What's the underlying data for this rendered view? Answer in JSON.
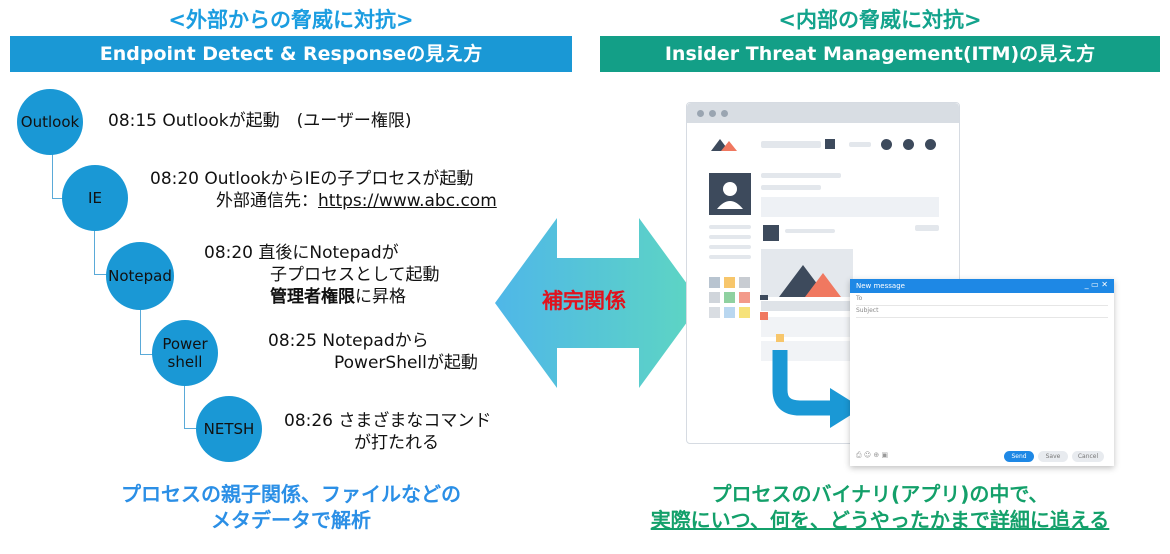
{
  "left": {
    "heading": "<外部からの脅威に対抗>",
    "banner": "Endpoint Detect & Responseの見え方",
    "nodes": [
      {
        "label": "Outlook"
      },
      {
        "label": "IE"
      },
      {
        "label": "Notepad"
      },
      {
        "label": "Power\nshell"
      },
      {
        "label": "NETSH"
      }
    ],
    "events": {
      "e1": "08:15 Outlookが起動　(ユーザー権限)",
      "e2_line1": "08:20 OutlookからIEの子プロセスが起動",
      "e2_line2_prefix": "外部通信先：",
      "e2_url": "https://www.abc.com",
      "e3_line1": "08:20 直後にNotepadが",
      "e3_line2": "子プロセスとして起動",
      "e3_line3_bold": "管理者権限",
      "e3_line3_rest": "に昇格",
      "e4_line1": "08:25 Notepadから",
      "e4_line2": "PowerShellが起動",
      "e5_line1": "08:26 さまざまなコマンド",
      "e5_line2": "が打たれる"
    },
    "caption_line1": "プロセスの親子関係、ファイルなどの",
    "caption_line2": "メタデータで解析"
  },
  "center": {
    "label": "補完関係"
  },
  "right": {
    "heading": "<内部の脅威に対抗>",
    "banner": "Insider Threat Management(ITM)の見え方",
    "mail": {
      "title": "New message",
      "to": "To",
      "subject": "Subject",
      "send": "Send",
      "save": "Save",
      "cancel": "Cancel"
    },
    "caption_line1": "プロセスのバイナリ(アプリ)の中で、",
    "caption_line2": "実際にいつ、何を、どうやったかまで詳細に追える"
  },
  "colors": {
    "blue": "#1a98d5",
    "green": "#139f87",
    "red": "#e0131e"
  }
}
